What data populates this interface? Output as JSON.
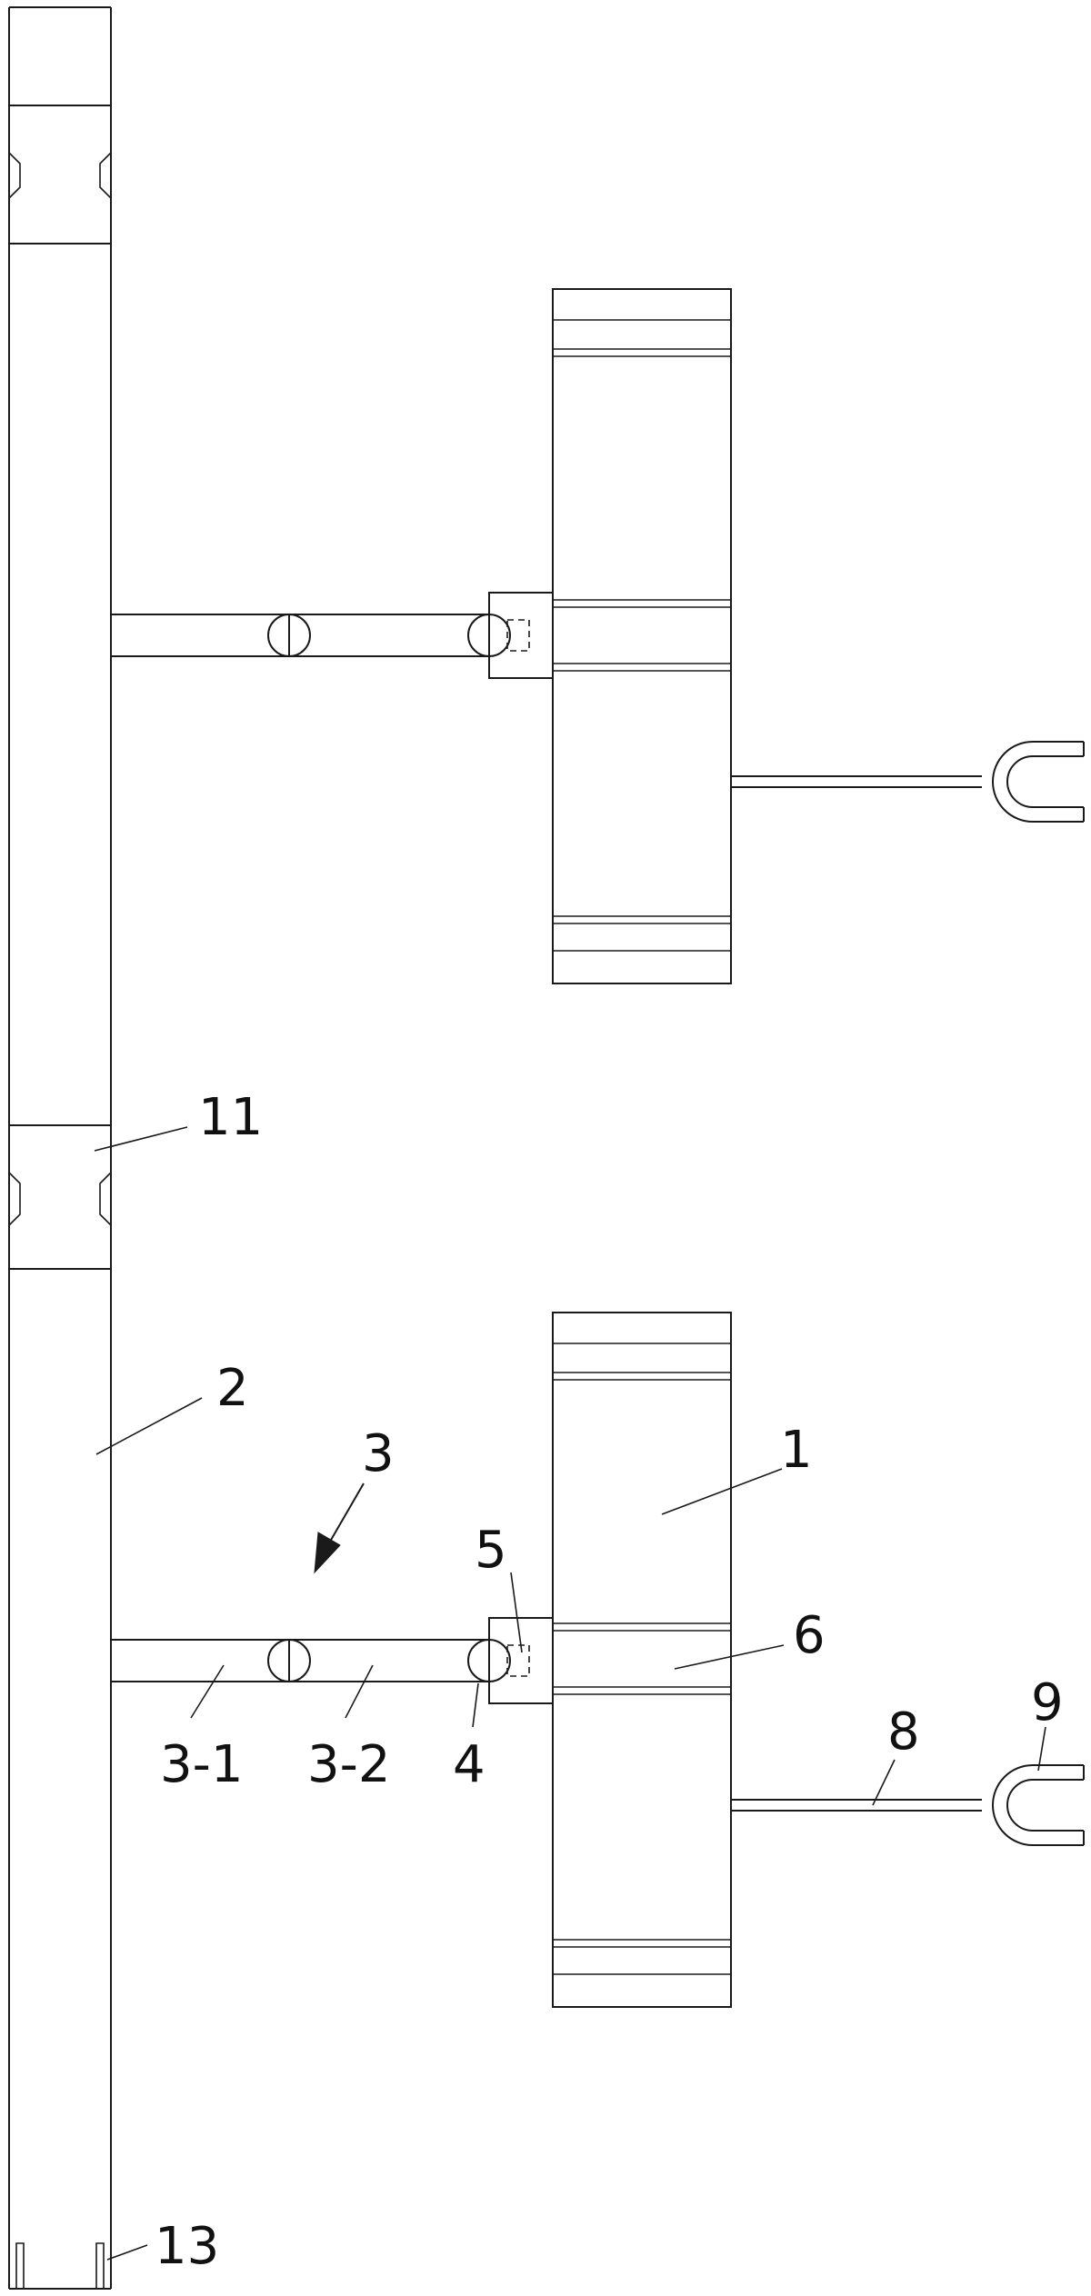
{
  "labels": {
    "l1": "1",
    "l2": "2",
    "l3": "3",
    "l3_1": "3-1",
    "l3_2": "3-2",
    "l4": "4",
    "l5": "5",
    "l6": "6",
    "l8": "8",
    "l9": "9",
    "l11": "11",
    "l13": "13"
  }
}
